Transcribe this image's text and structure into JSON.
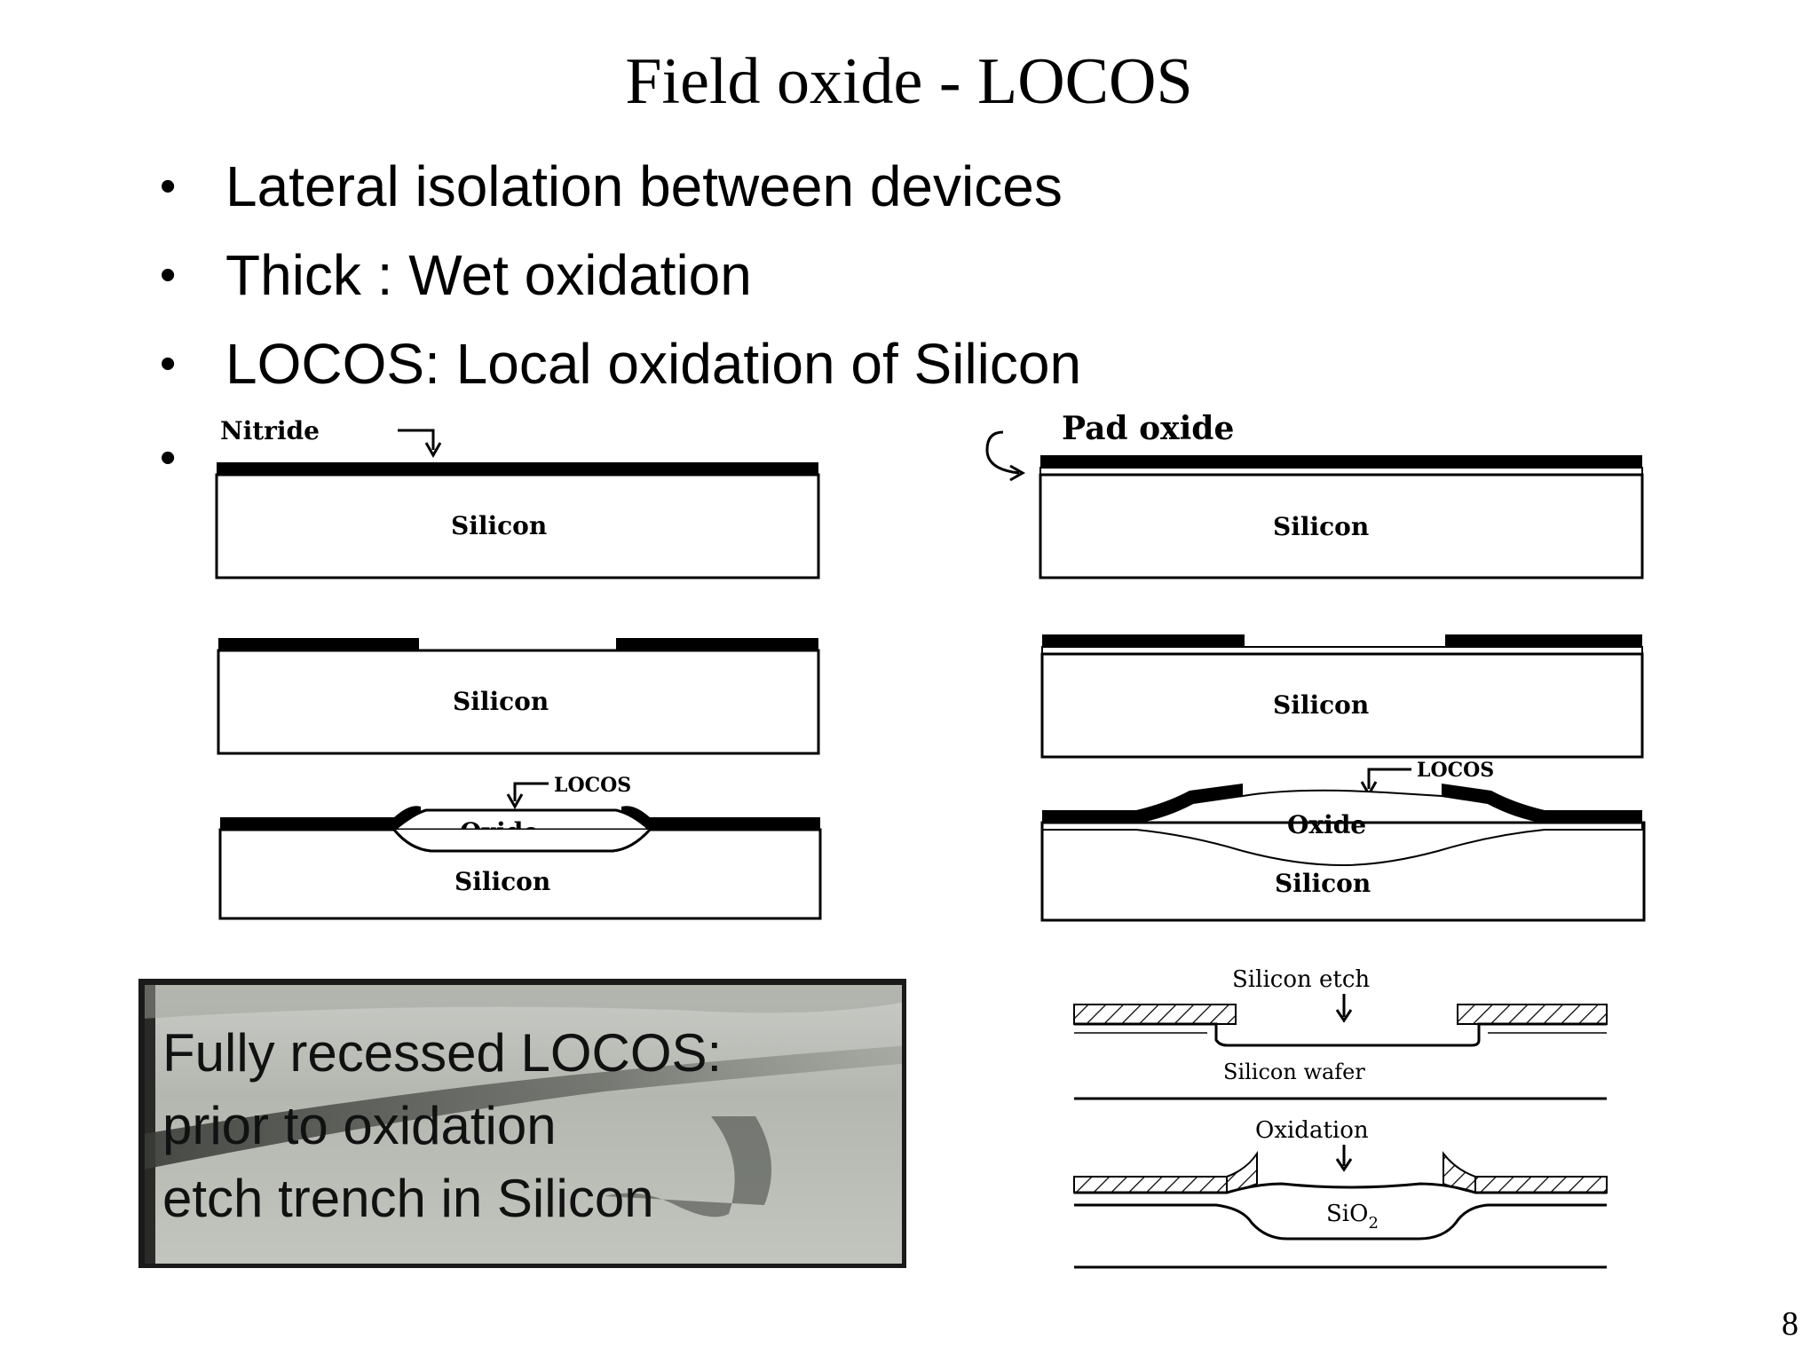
{
  "slide": {
    "title": "Field oxide - LOCOS",
    "bullets": [
      "Lateral isolation between devices",
      "Thick : Wet oxidation",
      "LOCOS: Local oxidation of Silicon",
      ""
    ],
    "bullet_glyph": "•",
    "page_number": "8"
  },
  "left_diagram": {
    "nitride_label": "Nitride",
    "silicon_label": "Silicon",
    "locos_label": "LOCOS",
    "oxide_label": "Oxide"
  },
  "right_diagram": {
    "pad_oxide_label": "Pad oxide",
    "silicon_label": "Silicon",
    "locos_label": "LOCOS",
    "oxide_label": "Oxide"
  },
  "recessed_diagram": {
    "silicon_etch_label": "Silicon etch",
    "silicon_wafer_label": "Silicon wafer",
    "oxidation_label": "Oxidation",
    "sio2_label": "SiO",
    "sio2_subscript": "2"
  },
  "photo_caption": {
    "lines": [
      "Fully recessed LOCOS:",
      "prior to oxidation",
      "etch trench in Silicon"
    ]
  }
}
